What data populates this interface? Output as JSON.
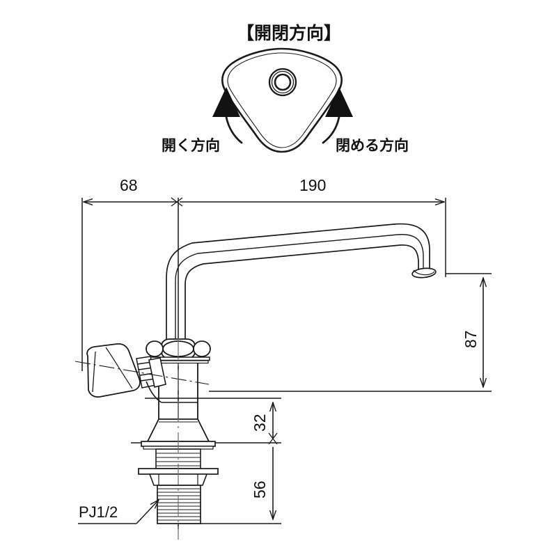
{
  "page": {
    "background_color": "#ffffff",
    "line_color": "#1a1a1a",
    "drawing_type": "technical-dimension-drawing",
    "subject": "kitchen faucet with swan-neck spout"
  },
  "direction_diagram": {
    "title": "【開閉方向】",
    "handle_shape": "trefoil-three-lobe-knob",
    "open_label": "開く方向",
    "close_label": "閉める方向",
    "arrow_left": "curved-arrow-up-left",
    "arrow_right": "curved-arrow-up-right"
  },
  "dimensions": {
    "horizontal": [
      {
        "name": "handle-offset",
        "value": "68"
      },
      {
        "name": "spout-reach",
        "value": "190"
      }
    ],
    "vertical": [
      {
        "name": "spout-height",
        "value": "87"
      },
      {
        "name": "body-height",
        "value": "32"
      },
      {
        "name": "shank-length",
        "value": "56"
      }
    ]
  },
  "callouts": [
    {
      "name": "thread-spec",
      "text": "PJ1/2"
    }
  ]
}
